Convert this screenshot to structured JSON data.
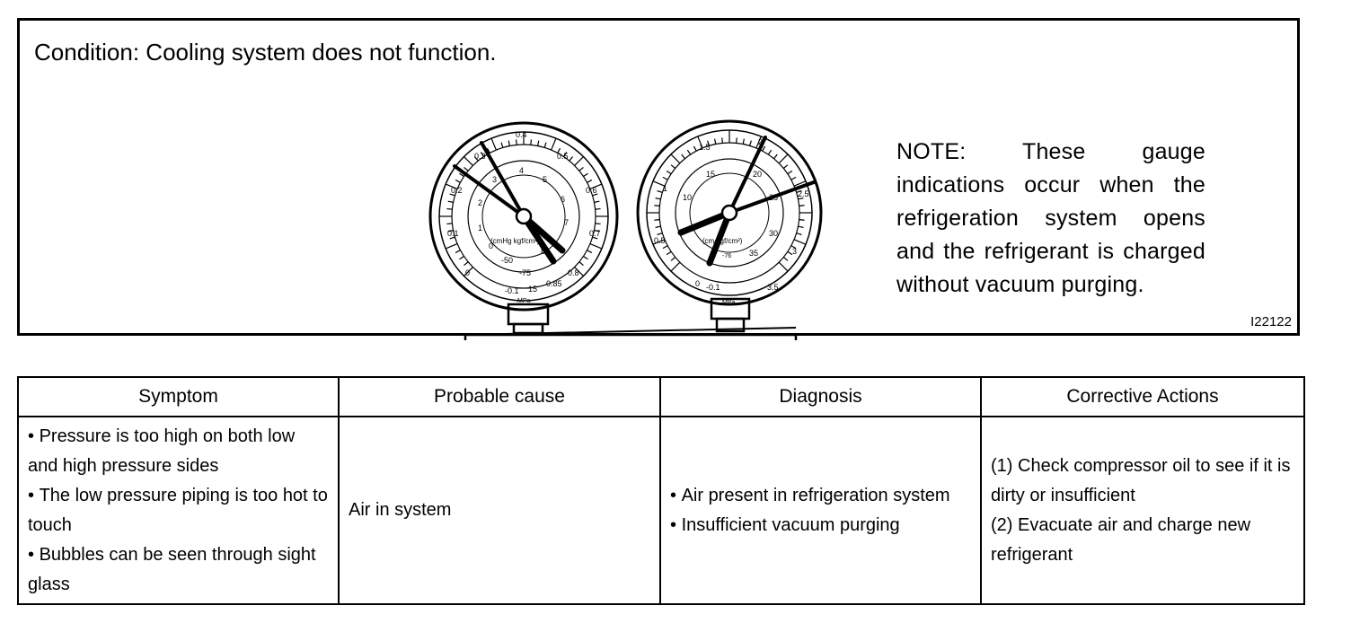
{
  "figure": {
    "condition": "Condition: Cooling system does not function.",
    "note": "NOTE: These gauge indications occur when the refrigeration system opens and the refrigerant is charged without vacuum purging.",
    "figure_id": "I22122",
    "low_gauge": {
      "scale_outer": [
        "0",
        "0.1",
        "0.2",
        "0.3",
        "0.4",
        "0.5",
        "0.6",
        "0.7",
        "0.8",
        "0.85"
      ],
      "scale_inner": [
        "0",
        "1",
        "2",
        "3",
        "4",
        "5",
        "6",
        "7",
        "8",
        "-50",
        "-75",
        "-0.1",
        "15"
      ],
      "unit_label": "(cmHg  kgf/cm²)",
      "mpa_label": "MPa"
    },
    "high_gauge": {
      "scale_outer": [
        "0",
        "0.5",
        "1",
        "1.5",
        "2",
        "2.5",
        "3",
        "3.5"
      ],
      "scale_inner": [
        "10",
        "15",
        "20",
        "25",
        "30",
        "35",
        "-76",
        "-0.1"
      ],
      "unit_label": "(cm  kgf/cm²)",
      "mpa_label": "MPa"
    }
  },
  "table": {
    "headers": [
      "Symptom",
      "Probable cause",
      "Diagnosis",
      "Corrective Actions"
    ],
    "symptoms": [
      "Pressure is too high on both low and high pressure sides",
      "The low pressure piping is too hot to touch",
      "Bubbles can be seen through sight glass"
    ],
    "cause": "Air in system",
    "diagnosis": [
      "Air present in refrigeration system",
      "Insufficient vacuum purging"
    ],
    "actions": [
      "(1) Check compressor oil to see if it is dirty or insufficient",
      "(2) Evacuate air and charge new refrigerant"
    ]
  }
}
